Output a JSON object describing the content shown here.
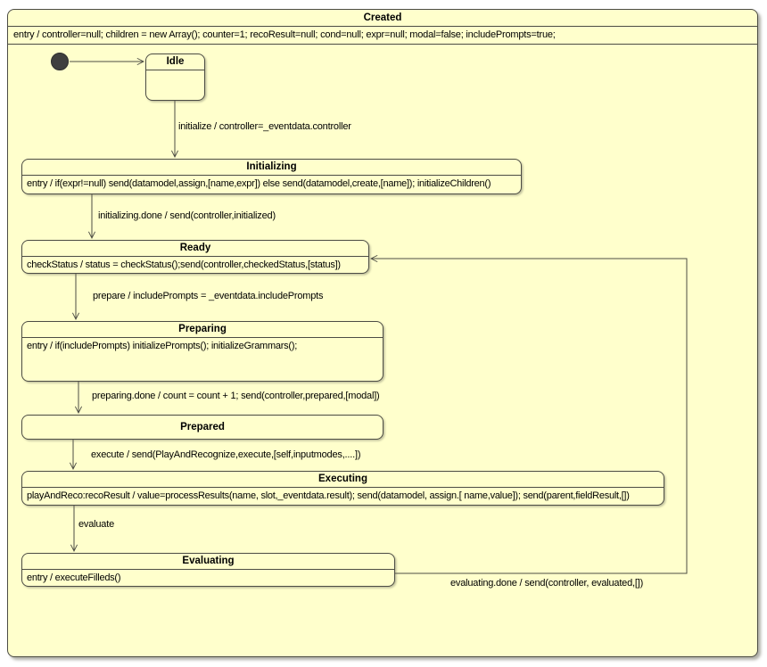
{
  "diagram": {
    "type": "uml-state-machine",
    "title": "Created",
    "entry_action": "entry / controller=null; children = new Array(); counter=1; recoResult=null; cond=null; expr=null; modal=false; includePrompts=true;",
    "states": [
      {
        "name": "Idle",
        "body": ""
      },
      {
        "name": "Initializing",
        "body": "entry / if(expr!=null) send(datamodel,assign,[name,expr]) else send(datamodel,create,[name]); initializeChildren()"
      },
      {
        "name": "Ready",
        "body": "checkStatus / status = checkStatus();send(controller,checkedStatus,[status])"
      },
      {
        "name": "Preparing",
        "body": "entry / if(includePrompts) initializePrompts(); initializeGrammars();"
      },
      {
        "name": "Prepared",
        "body": ""
      },
      {
        "name": "Executing",
        "body": "playAndReco:recoResult / value=processResults(name, slot,_eventdata.result); send(datamodel, assign.[ name,value]); send(parent,fieldResult,[])"
      },
      {
        "name": "Evaluating",
        "body": "entry / executeFilleds()"
      }
    ],
    "transitions": [
      {
        "from": "initial",
        "to": "Idle",
        "label": ""
      },
      {
        "from": "Idle",
        "to": "Initializing",
        "label": "initialize / controller=_eventdata.controller"
      },
      {
        "from": "Initializing",
        "to": "Ready",
        "label": "initializing.done / send(controller,initialized)"
      },
      {
        "from": "Ready",
        "to": "Preparing",
        "label": "prepare / includePrompts = _eventdata.includePrompts"
      },
      {
        "from": "Preparing",
        "to": "Prepared",
        "label": "preparing.done / count = count + 1; send(controller,prepared,[modal])"
      },
      {
        "from": "Prepared",
        "to": "Executing",
        "label": "execute / send(PlayAndRecognize,execute,[self,inputmodes,....])"
      },
      {
        "from": "Executing",
        "to": "Evaluating",
        "label": "evaluate"
      },
      {
        "from": "Evaluating",
        "to": "Ready",
        "label": "evaluating.done / send(controller, evaluated,[])"
      }
    ],
    "colors": {
      "state_fill": "#FFFFCC",
      "state_border": "#4C4C44",
      "text": "#000000",
      "page_background": "#FFFFFF",
      "initial_node": "#3F3F3F"
    }
  }
}
